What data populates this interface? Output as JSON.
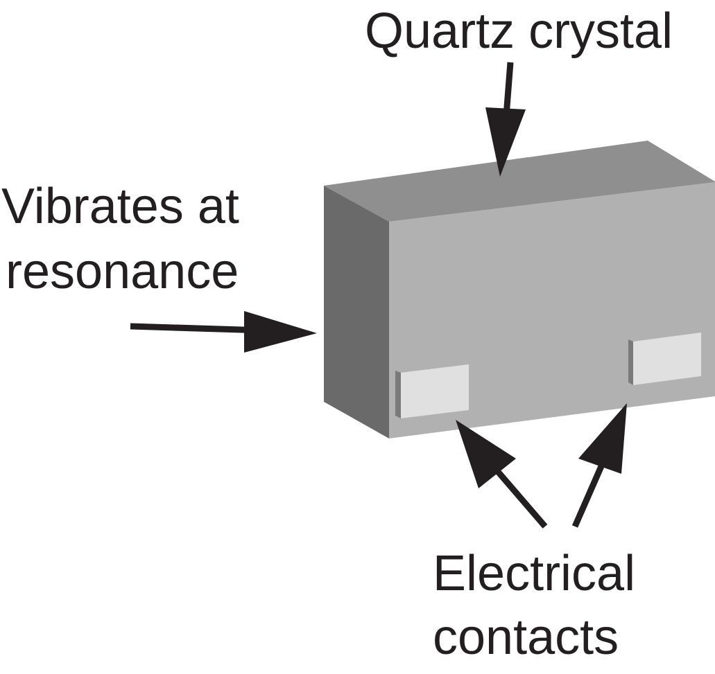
{
  "labels": {
    "quartz_crystal": "Quartz crystal",
    "vibrates_line1": "Vibrates at",
    "vibrates_line2": "resonance",
    "electrical_line1": "Electrical",
    "electrical_line2": "contacts"
  },
  "colors": {
    "top_face": "#8f8f8f",
    "left_face": "#6a6a6a",
    "front_face": "#b1b1b1",
    "contact_face": "#e0e0e0",
    "contact_edge": "#7a7a7a",
    "arrow": "#231f20",
    "text": "#231f20"
  }
}
